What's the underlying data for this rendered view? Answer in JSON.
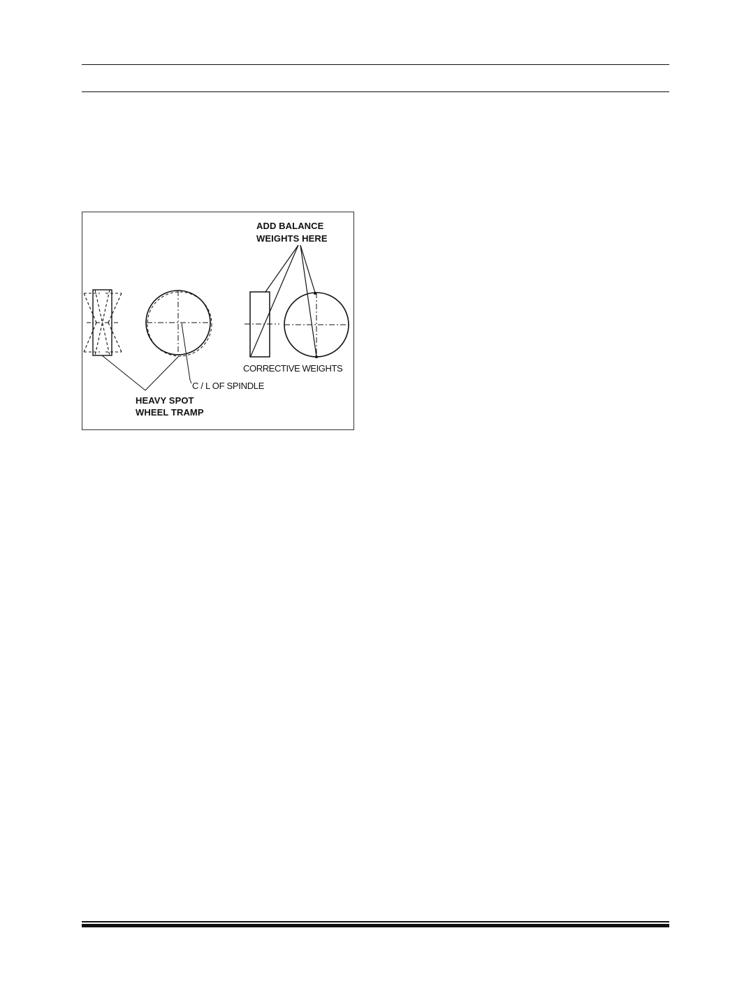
{
  "figure": {
    "labels": {
      "add_balance_line1": "ADD  BALANCE",
      "add_balance_line2": "WEIGHTS HERE",
      "corrective_weights": "CORRECTIVE WEIGHTS",
      "cl_of_spindle": "C / L OF SPINDLE",
      "heavy_spot_line1": "HEAVY  SPOT",
      "heavy_spot_line2": "WHEEL TRAMP"
    }
  }
}
